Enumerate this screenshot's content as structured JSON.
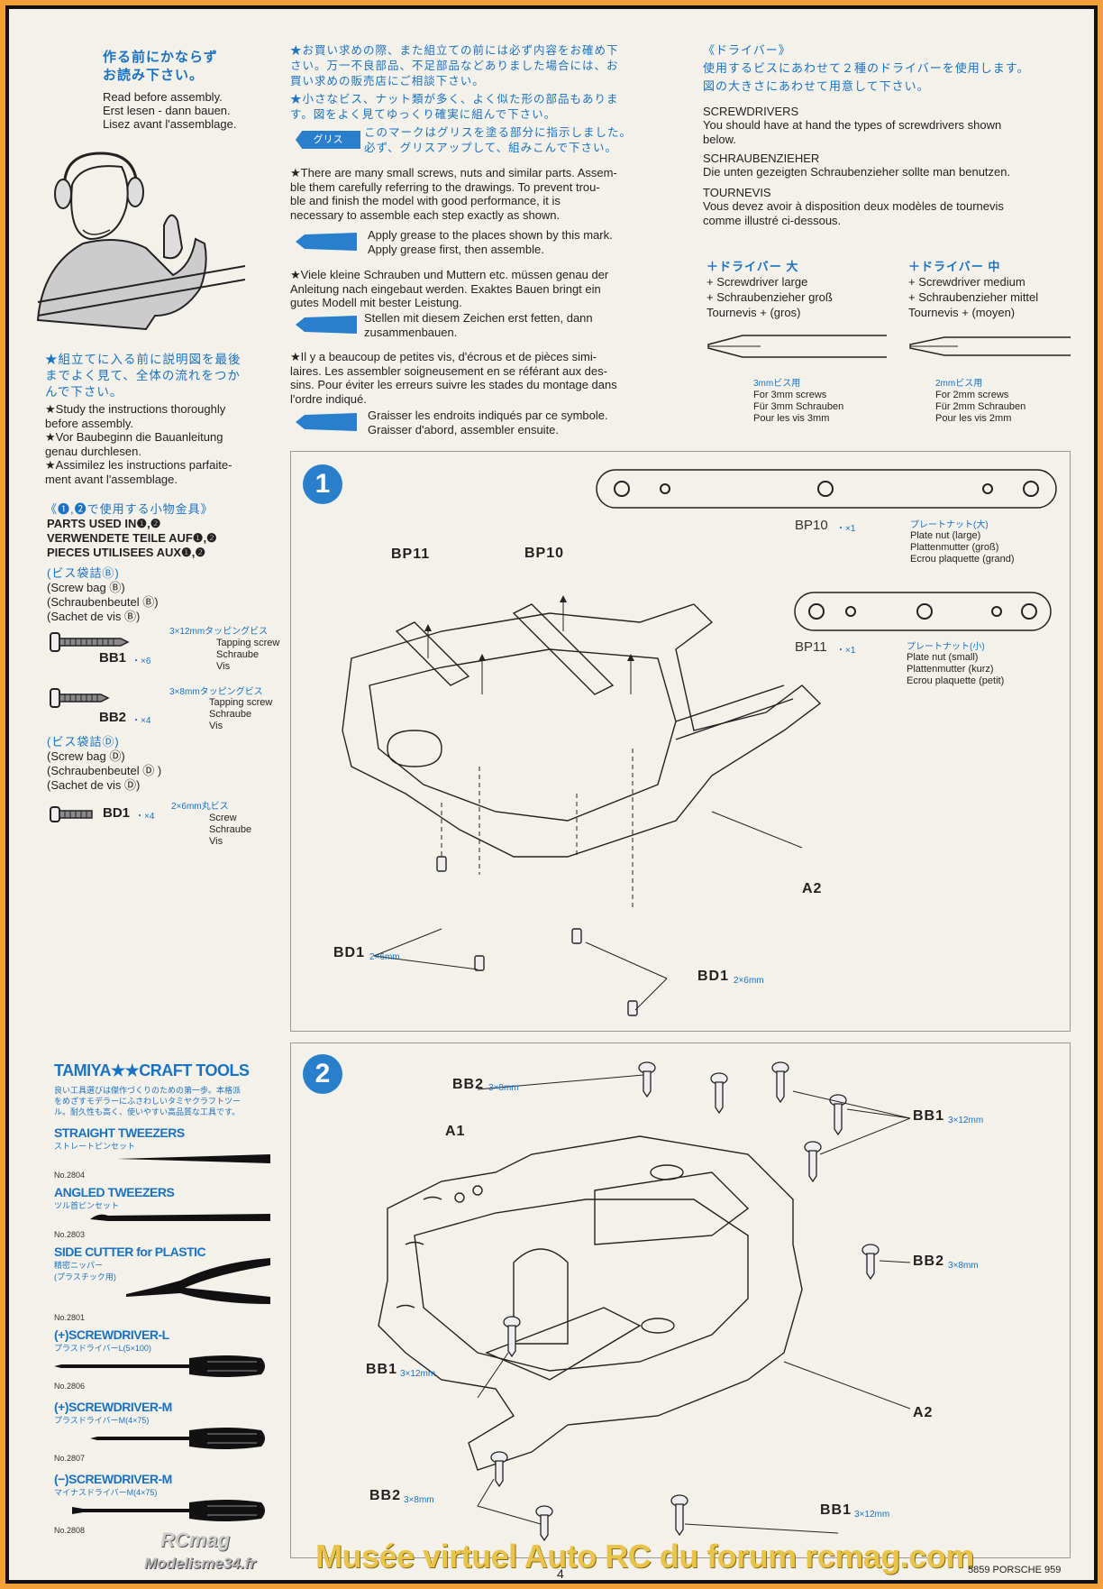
{
  "left": {
    "read_jp": "作る前にかならず\nお読み下さい。",
    "read_en": "Read before assembly.",
    "read_de": "Erst lesen - dann bauen.",
    "read_fr": "Lisez avant l'assemblage.",
    "study_jp": "★組立てに入る前に説明図を最後\nまでよく見て、全体の流れをつか\nんで下さい。",
    "study_en": "★Study the instructions thoroughly\nbefore assembly.",
    "study_de": "★Vor Baubeginn die Bauanleitung\ngenau durchlesen.",
    "study_fr": "★Assimilez les instructions parfaite-\nment avant l'assemblage.",
    "parts_jp": "《❶,❷で使用する小物金具》",
    "parts_en": "PARTS USED IN❶,❷",
    "parts_de": "VERWENDETE TEILE AUF❶,❷",
    "parts_fr": "PIECES UTILISEES AUX❶,❷",
    "bagB_jp": "(ビス袋詰Ⓑ)",
    "bagB_en": "(Screw bag Ⓑ)",
    "bagB_de": "(Schraubenbeutel Ⓑ)",
    "bagB_fr": "(Sachet de vis Ⓑ)",
    "bb1_spec": "3×12mmタッピングビス",
    "bb1_name": "BB1",
    "bb1_qty": "・×6",
    "bb2_spec": "3×8mmタッピングビス",
    "bb2_name": "BB2",
    "bb2_qty": "・×4",
    "tapping": "Tapping screw\nSchraube\nVis",
    "bagD_jp": "(ビス袋詰Ⓓ)",
    "bagD_en": "(Screw bag Ⓓ)",
    "bagD_de": "(Schraubenbeutel Ⓓ )",
    "bagD_fr": "(Sachet de vis Ⓓ)",
    "bd1_spec": "2×6mm丸ビス",
    "bd1_name": "BD1",
    "bd1_qty": "・×4",
    "screw": "Screw\nSchraube\nVis"
  },
  "middle": {
    "jp1": "★お買い求めの際、また組立ての前には必ず内容をお確め下\nさい。万一不良部品、不足部品などありました場合には、お\n買い求めの販売店にご相談下さい。",
    "jp2": "★小さなビス、ナット類が多く、よく似た形の部品もありま\nす。図をよく見てゆっくり確実に組んで下さい。",
    "grease_tag": "グリス",
    "jp3": "このマークはグリスを塗る部分に指示しました。\n必ず、グリスアップして、組みこんで下さい。",
    "en1": "★There are many small screws, nuts and similar parts. Assem-\nble them carefully referring to the drawings. To prevent trou-\nble and finish the model with good performance, it is\nnecessary to assemble each step exactly as shown.",
    "en2": "Apply grease to the places shown by this mark.\nApply grease first, then assemble.",
    "de1": "★Viele kleine Schrauben und Muttern etc. müssen genau der\nAnleitung nach eingebaut werden. Exaktes Bauen bringt ein\ngutes Modell mit bester Leistung.",
    "de2": "Stellen mit diesem Zeichen erst fetten, dann\nzusammenbauen.",
    "fr1": "★Il y a beaucoup de petites vis, d'écrous et de pièces simi-\nlaires. Les assembler soigneusement en se référant aux des-\nsins. Pour éviter les erreurs suivre les stades du montage dans\nl'ordre indiqué.",
    "fr2": "Graisser les endroits indiqués par ce symbole.\nGraisser d'abord, assembler ensuite."
  },
  "right": {
    "driver_jp_title": "《ドライバー》",
    "driver_jp": "使用するビスにあわせて２種のドライバーを使用します。\n図の大きさにあわせて用意して下さい。",
    "sd_en_t": "SCREWDRIVERS",
    "sd_en": "You should have at hand the types of screwdrivers shown\nbelow.",
    "sd_de_t": "SCHRAUBENZIEHER",
    "sd_de": "Die unten gezeigten Schraubenzieher sollte man benutzen.",
    "sd_fr_t": "TOURNEVIS",
    "sd_fr": "Vous devez avoir à disposition deux modèles de tournevis\ncomme illustré ci-dessous.",
    "large_jp": "＋ドライバー 大",
    "large": "+ Screwdriver large\n+ Schraubenzieher groß\nTournevis + (gros)",
    "medium_jp": "＋ドライバー 中",
    "medium": "+ Screwdriver medium\n+ Schraubenzieher mittel\nTournevis + (moyen)",
    "for3_jp": "3mmビス用",
    "for3": "For 3mm screws\nFür 3mm Schrauben\nPour les vis 3mm",
    "for2_jp": "2mmビス用",
    "for2": "For 2mm screws\nFür 2mm Schrauben\nPour les vis 2mm"
  },
  "step1": {
    "num": "1",
    "bp10": "BP10",
    "bp10_qty": "・×1",
    "bp10_jp": "プレートナット(大)",
    "bp10_desc": "Plate nut (large)\nPlattenmutter (groß)\nEcrou plaquette (grand)",
    "bp11": "BP11",
    "bp11_qty": "・×1",
    "bp11_jp": "プレートナット(小)",
    "bp11_desc": "Plate nut (small)\nPlattenmutter (kurz)\nEcrou plaquette (petit)",
    "lbl_bp11": "BP11",
    "lbl_bp10": "BP10",
    "lbl_a2": "A2",
    "lbl_bd1_left": "BD1",
    "lbl_bd1_right": "BD1",
    "size": "2×6mm"
  },
  "step2": {
    "num": "2",
    "bb2_top": "BB2",
    "bb2_size": "3×8mm",
    "bb1_top": "BB1",
    "bb1_size": "3×12mm",
    "a1": "A1",
    "bb2_right": "BB2",
    "bb1_left": "BB1",
    "a2": "A2",
    "bb2_bottom": "BB2",
    "bb1_bottom": "BB1"
  },
  "tools": {
    "brand": "TAMIYA★★CRAFT TOOLS",
    "intro": "良い工具選びは傑作づくりのための第一歩。本格派\nをめざすモデラーにふさわしいタミヤクラフトツー\nル。耐久性も高く、使いやすい高品質な工具です。",
    "items": [
      {
        "title": "STRAIGHT TWEEZERS",
        "sub": "ストレートピンセット",
        "no": "No.2804"
      },
      {
        "title": "ANGLED TWEEZERS",
        "sub": "ツル首ピンセット",
        "no": "No.2803"
      },
      {
        "title": "SIDE CUTTER for PLASTIC",
        "sub": "精密ニッパー\n(プラスチック用)",
        "no": "No.2801"
      },
      {
        "title": "(+)SCREWDRIVER-L",
        "sub": "プラスドライバーL(5×100)",
        "no": "No.2806"
      },
      {
        "title": "(+)SCREWDRIVER-M",
        "sub": "プラスドライバーM(4×75)",
        "no": "No.2807"
      },
      {
        "title": "(−)SCREWDRIVER-M",
        "sub": "マイナスドライバーM(4×75)",
        "no": "No.2808"
      }
    ]
  },
  "footer": {
    "logo1": "RCmag",
    "logo2": "Modelisme34.fr",
    "watermark": "Musée virtuel Auto RC du forum rcmag.com",
    "page": "4",
    "model": "5859 PORSCHE 959"
  }
}
